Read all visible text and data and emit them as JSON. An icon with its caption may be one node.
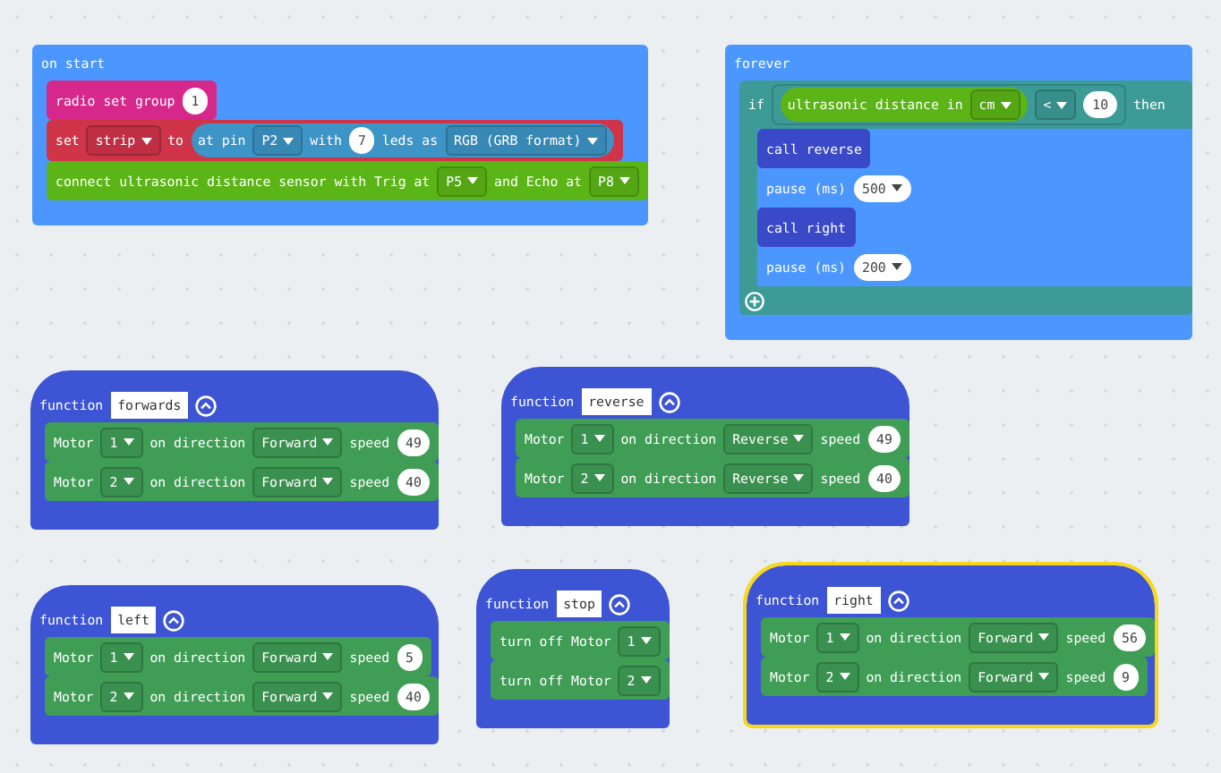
{
  "diagram": {
    "nodes": [
      {
        "text": [
          "on start"
        ]
      },
      {
        "text": [
          "radio set group",
          "1"
        ],
        "in": 0
      },
      {
        "text": [
          "set",
          "strip",
          "to"
        ],
        "in": 0
      },
      {
        "text": [
          "at pin",
          "P2",
          "with",
          "7",
          "leds as",
          "RGB (GRB format)"
        ],
        "in": 2
      },
      {
        "text": [
          "connect ultrasonic distance sensor with Trig at",
          "P5",
          "and Echo at",
          "P8"
        ],
        "in": 0
      },
      {
        "text": [
          "forever"
        ]
      },
      {
        "text": [
          "if",
          "then"
        ],
        "in": 5
      },
      {
        "text": [
          "<",
          "10"
        ],
        "in": 6
      },
      {
        "text": [
          "ultrasonic distance in",
          "cm"
        ],
        "in": 7
      },
      {
        "text": [
          "call reverse"
        ],
        "in": 6
      },
      {
        "text": [
          "pause (ms)",
          "500"
        ],
        "in": 6
      },
      {
        "text": [
          "call right"
        ],
        "in": 6
      },
      {
        "text": [
          "pause (ms)",
          "200"
        ],
        "in": 6
      },
      {
        "text": [
          "function",
          "forwards"
        ]
      },
      {
        "text": [
          "Motor",
          "1",
          "on direction",
          "Forward",
          "speed",
          "49"
        ],
        "in": 13
      },
      {
        "text": [
          "Motor",
          "2",
          "on direction",
          "Forward",
          "speed",
          "40"
        ],
        "in": 13
      },
      {
        "text": [
          "function",
          "reverse"
        ]
      },
      {
        "text": [
          "Motor",
          "1",
          "on direction",
          "Reverse",
          "speed",
          "49"
        ],
        "in": 16
      },
      {
        "text": [
          "Motor",
          "2",
          "on direction",
          "Reverse",
          "speed",
          "40"
        ],
        "in": 16
      },
      {
        "text": [
          "function",
          "left"
        ]
      },
      {
        "text": [
          "Motor",
          "1",
          "on direction",
          "Forward",
          "speed",
          "5"
        ],
        "in": 19
      },
      {
        "text": [
          "Motor",
          "2",
          "on direction",
          "Forward",
          "speed",
          "40"
        ],
        "in": 19
      },
      {
        "text": [
          "function",
          "stop"
        ]
      },
      {
        "text": [
          "turn off Motor",
          "1"
        ],
        "in": 22
      },
      {
        "text": [
          "turn off Motor",
          "2"
        ],
        "in": 22
      },
      {
        "text": [
          "function",
          "right"
        ]
      },
      {
        "text": [
          "Motor",
          "1",
          "on direction",
          "Forward",
          "speed",
          "56"
        ],
        "in": 25
      },
      {
        "text": [
          "Motor",
          "2",
          "on direction",
          "Forward",
          "speed",
          "9"
        ],
        "in": 25
      }
    ]
  }
}
